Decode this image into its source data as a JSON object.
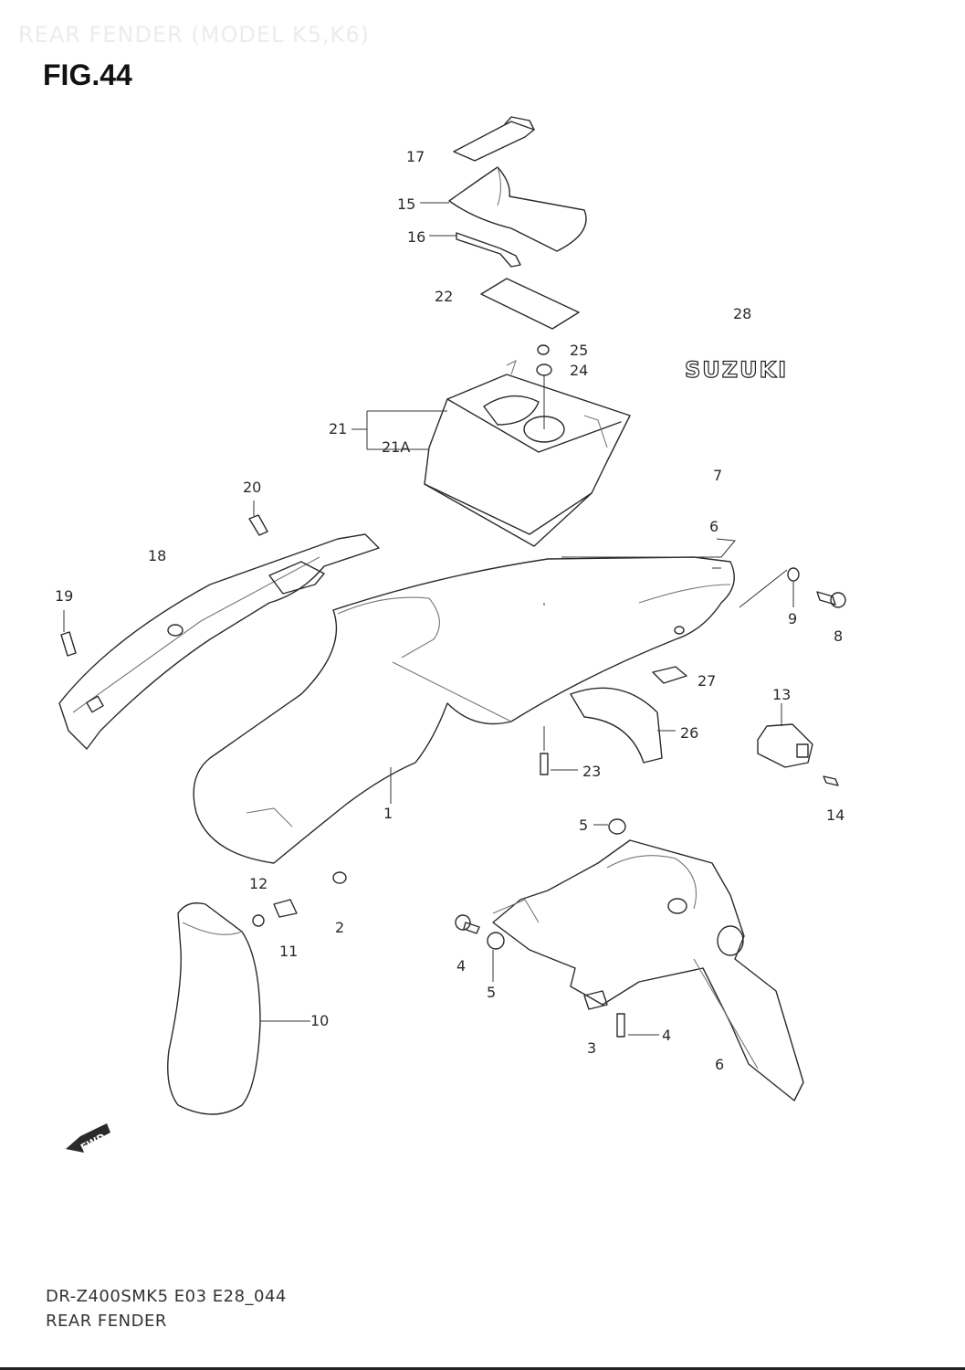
{
  "header": {
    "ghost_title": "REAR FENDER (MODEL K5,K6)",
    "figure_title": "FIG.44"
  },
  "footer": {
    "model_code": "DR-Z400SMK5 E03 E28_044",
    "section_name": "REAR FENDER"
  },
  "logo": {
    "text": "SUZUKI"
  },
  "fwd_badge": {
    "text": "FWD"
  },
  "callouts": [
    {
      "id": "17",
      "label": "17"
    },
    {
      "id": "15",
      "label": "15"
    },
    {
      "id": "16",
      "label": "16"
    },
    {
      "id": "22",
      "label": "22"
    },
    {
      "id": "28",
      "label": "28"
    },
    {
      "id": "25",
      "label": "25"
    },
    {
      "id": "24",
      "label": "24"
    },
    {
      "id": "21",
      "label": "21"
    },
    {
      "id": "21A",
      "label": "21A"
    },
    {
      "id": "7",
      "label": "7"
    },
    {
      "id": "20",
      "label": "20"
    },
    {
      "id": "6a",
      "label": "6"
    },
    {
      "id": "18",
      "label": "18"
    },
    {
      "id": "19",
      "label": "19"
    },
    {
      "id": "9",
      "label": "9"
    },
    {
      "id": "8",
      "label": "8"
    },
    {
      "id": "27",
      "label": "27"
    },
    {
      "id": "13",
      "label": "13"
    },
    {
      "id": "26",
      "label": "26"
    },
    {
      "id": "23",
      "label": "23"
    },
    {
      "id": "1",
      "label": "1"
    },
    {
      "id": "14",
      "label": "14"
    },
    {
      "id": "5a",
      "label": "5"
    },
    {
      "id": "12",
      "label": "12"
    },
    {
      "id": "2",
      "label": "2"
    },
    {
      "id": "11",
      "label": "11"
    },
    {
      "id": "4a",
      "label": "4"
    },
    {
      "id": "5b",
      "label": "5"
    },
    {
      "id": "10",
      "label": "10"
    },
    {
      "id": "3",
      "label": "3"
    },
    {
      "id": "4b",
      "label": "4"
    },
    {
      "id": "6b",
      "label": "6"
    }
  ]
}
